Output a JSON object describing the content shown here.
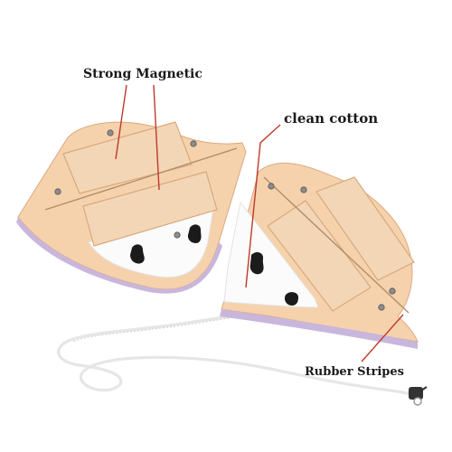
{
  "labels": {
    "magnetic": "Strong Magnetic",
    "cotton": "clean cotton",
    "rubber": "Rubber Stripes"
  },
  "colors": {
    "background": "#ffffff",
    "body": "#f6d2ac",
    "body_shadow": "#e7b88f",
    "plate": "#f3d6b6",
    "cotton": "#fbfbfb",
    "rubber_edge": "#c8b8d8",
    "pointer": "#c0392b",
    "cord": "#e8e8e8"
  }
}
